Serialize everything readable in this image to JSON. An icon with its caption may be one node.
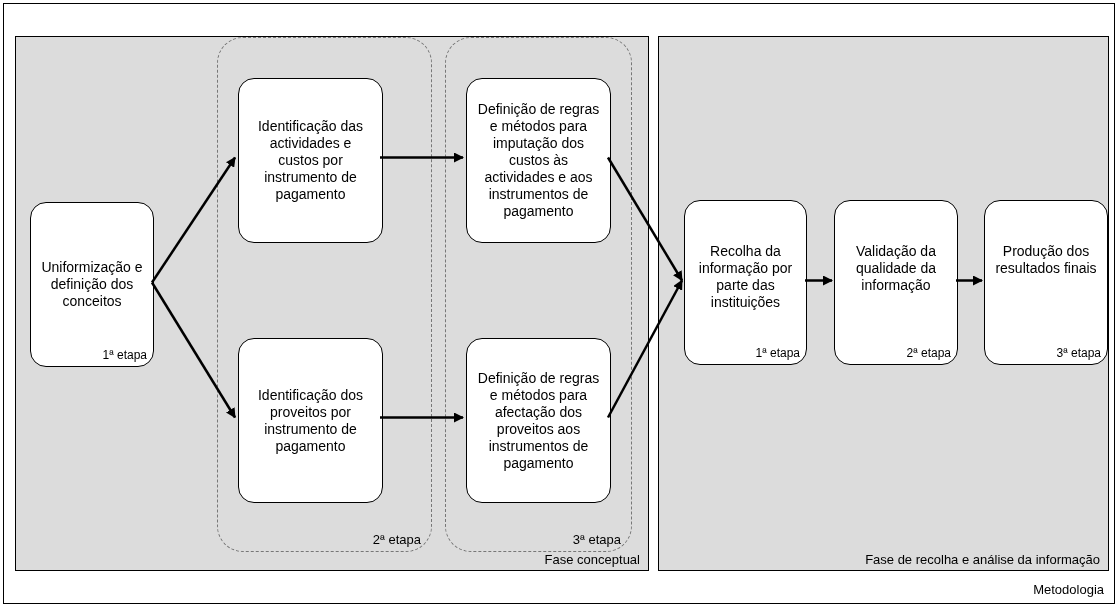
{
  "diagram": {
    "nodes": [
      {
        "text": [
          "Metodologia"
        ]
      },
      {
        "text": [
          "Fase conceptual"
        ],
        "in": 0
      },
      {
        "text": [
          "Uniformização e definição dos conceitos",
          "1ª etapa"
        ],
        "in": 1
      },
      {
        "text": [
          "2ª etapa"
        ],
        "in": 1
      },
      {
        "text": [
          "Identificação das actividades e custos por instrumento de pagamento"
        ],
        "in": 3
      },
      {
        "text": [
          "Identificação dos proveitos por instrumento de pagamento"
        ],
        "in": 3
      },
      {
        "text": [
          "3ª etapa"
        ],
        "in": 1
      },
      {
        "text": [
          "Definição de regras e métodos para imputação dos custos às actividades e aos instrumentos de pagamento"
        ],
        "in": 6
      },
      {
        "text": [
          "Definição de regras e métodos para afectação dos proveitos aos instrumentos de pagamento"
        ],
        "in": 6
      },
      {
        "text": [
          "Fase de recolha e análise da informação"
        ],
        "in": 0
      },
      {
        "text": [
          "Recolha da informação por parte das instituições",
          "1ª etapa"
        ],
        "in": 9
      },
      {
        "text": [
          "Validação da qualidade da informação",
          "2ª etapa"
        ],
        "in": 9
      },
      {
        "text": [
          "Produção dos resultados finais",
          "3ª etapa"
        ],
        "in": 9
      }
    ],
    "edges": [
      {
        "from": 2,
        "to": 4,
        "arrow": "to"
      },
      {
        "from": 2,
        "to": 5,
        "arrow": "to"
      },
      {
        "from": 4,
        "to": 7,
        "arrow": "to"
      },
      {
        "from": 5,
        "to": 8,
        "arrow": "to"
      },
      {
        "from": 7,
        "to": 10,
        "arrow": "to"
      },
      {
        "from": 8,
        "to": 10,
        "arrow": "to"
      },
      {
        "from": 10,
        "to": 11,
        "arrow": "to"
      },
      {
        "from": 11,
        "to": 12,
        "arrow": "to"
      }
    ]
  }
}
